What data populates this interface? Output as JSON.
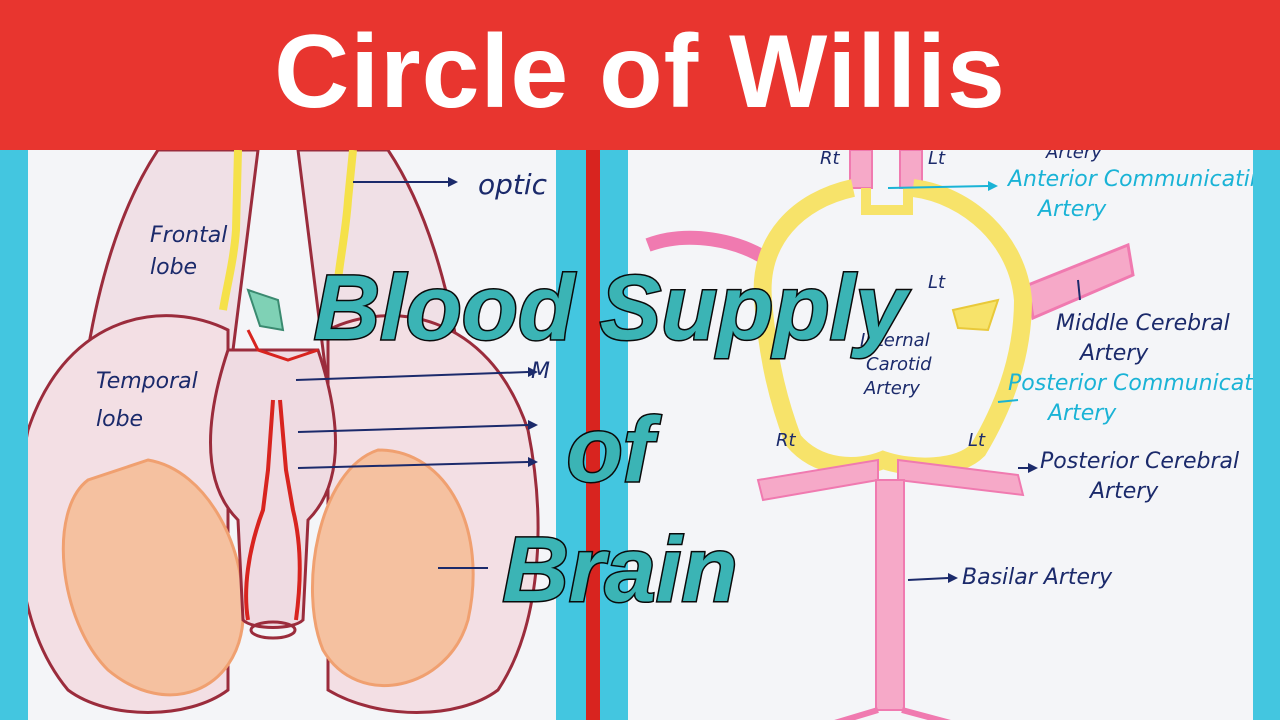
{
  "banner": {
    "title": "Circle of Willis"
  },
  "overlay": {
    "line1": "Blood Supply",
    "line2": "of",
    "line3": "Brain"
  },
  "left_labels": {
    "optic": "optic",
    "frontal": "Frontal",
    "frontal_lobe": "lobe",
    "temporal": "Temporal",
    "temporal_lobe": "lobe",
    "m": "M"
  },
  "right_labels": {
    "rt_top": "Rt",
    "lt_top": "Lt",
    "artery_top": "Artery",
    "anterior_comm_1": "Anterior Communicating",
    "anterior_comm_2": "Artery",
    "lt_mid": "Lt",
    "ica_1": "Internal",
    "ica_2": "Carotid",
    "ica_3": "Artery",
    "mca_1": "Middle Cerebral",
    "mca_2": "Artery",
    "pcomm_1": "Posterior Communicating",
    "pcomm_2": "Artery",
    "rt_bottom": "Rt",
    "lt_bottom": "Lt",
    "pca_1": "Posterior Cerebral",
    "pca_2": "Artery",
    "basilar": "Basilar Artery"
  },
  "colors": {
    "banner": "#e8352f",
    "background": "#43c6e0",
    "divider": "#d8241f",
    "overlay_text": "#3bb4b5",
    "vessel_pink": "#f07ab0",
    "vessel_yellow": "#f5e14a",
    "label_blue": "#1ab3d6",
    "label_navy": "#1b2a6b",
    "brain_outline": "#9b2c3c",
    "cerebellum": "#f5a87a"
  }
}
